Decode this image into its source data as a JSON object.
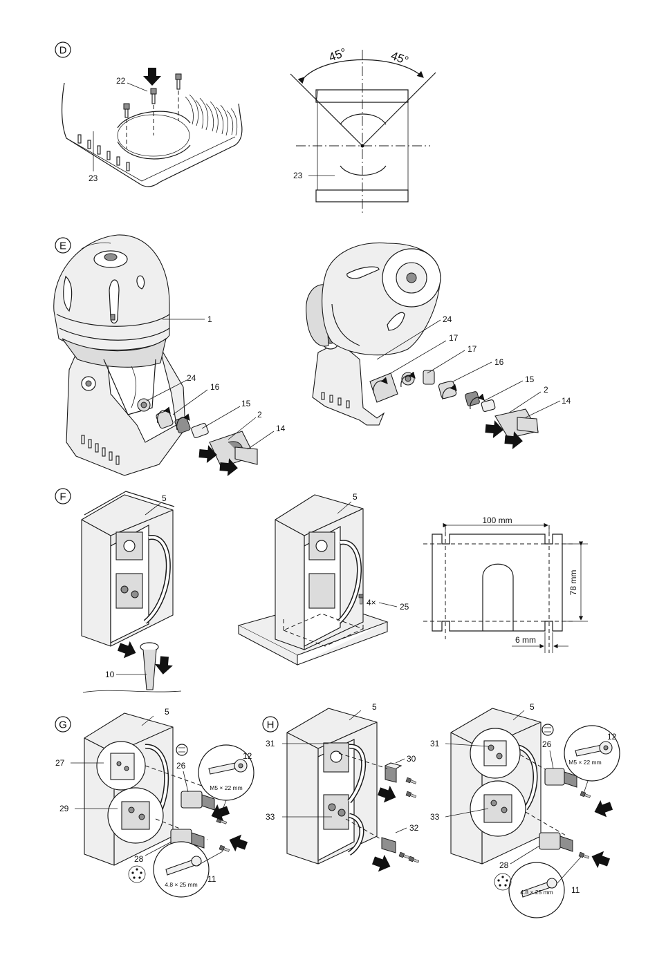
{
  "steps": {
    "d": "D",
    "e": "E",
    "f": "F",
    "g": "G",
    "h": "H"
  },
  "panel_d": {
    "left_labels": {
      "screw": "22",
      "bracket": "23"
    },
    "right_labels": {
      "angle_left": "45°",
      "angle_right": "45°",
      "bracket": "23"
    }
  },
  "panel_e": {
    "left_labels": {
      "head": "1",
      "seal": "24",
      "nut": "16",
      "fitting": "15",
      "hose": "2",
      "clamp": "14"
    },
    "right_labels": {
      "seal": "24",
      "adapter_a": "17",
      "adapter_b": "17",
      "nut": "16",
      "fitting": "15",
      "hose": "2",
      "clamp": "14"
    }
  },
  "panel_f": {
    "left_labels": {
      "box": "5",
      "tube": "10"
    },
    "middle_labels": {
      "box": "5",
      "count": "4×",
      "screw": "25"
    },
    "drawing": {
      "width": "100 mm",
      "height": "78 mm",
      "slot": "6 mm"
    }
  },
  "panel_g": {
    "labels": {
      "box": "5",
      "part_27": "27",
      "part_26": "26",
      "part_12": "12",
      "part_29": "29",
      "part_28": "28",
      "part_11": "11"
    },
    "screw_spec_m5": "M5 × 22 mm",
    "screw_spec_wood": "4.8 × 25 mm"
  },
  "panel_h": {
    "left_labels": {
      "box": "5",
      "part_31": "31",
      "part_30": "30",
      "part_33": "33",
      "part_32": "32"
    },
    "right_labels": {
      "box": "5",
      "part_31": "31",
      "part_26": "26",
      "part_12": "12",
      "part_33": "33",
      "part_28": "28",
      "part_11": "11"
    },
    "screw_spec_m5": "M5 × 22 mm",
    "screw_spec_wood": "4.8 × 25 mm"
  }
}
